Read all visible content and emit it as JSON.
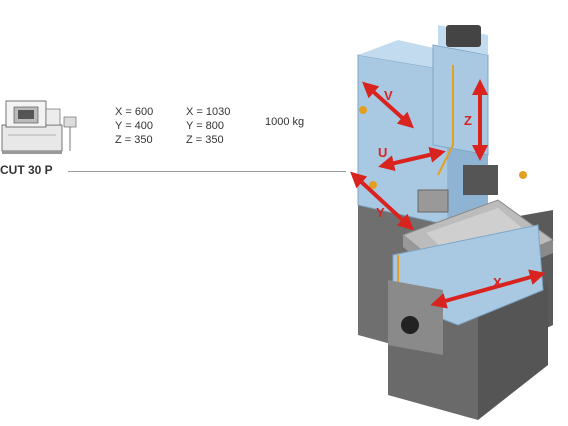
{
  "model": {
    "name": "CUT 30 P"
  },
  "travel_columns": [
    {
      "x": "X = 600",
      "y": "Y = 400",
      "z": "Z = 350"
    },
    {
      "x": "X = 1030",
      "y": "Y = 800",
      "z": "Z = 350"
    }
  ],
  "max_load": "1000 kg",
  "axis_labels": {
    "v": "V",
    "u": "U",
    "y": "Y",
    "z": "Z",
    "x": "X"
  },
  "colors": {
    "machine_blue": "#a9c9e3",
    "machine_gray": "#6e6e6e",
    "arrow_red": "#d8231f",
    "rule_gray": "#9a9a9a"
  }
}
